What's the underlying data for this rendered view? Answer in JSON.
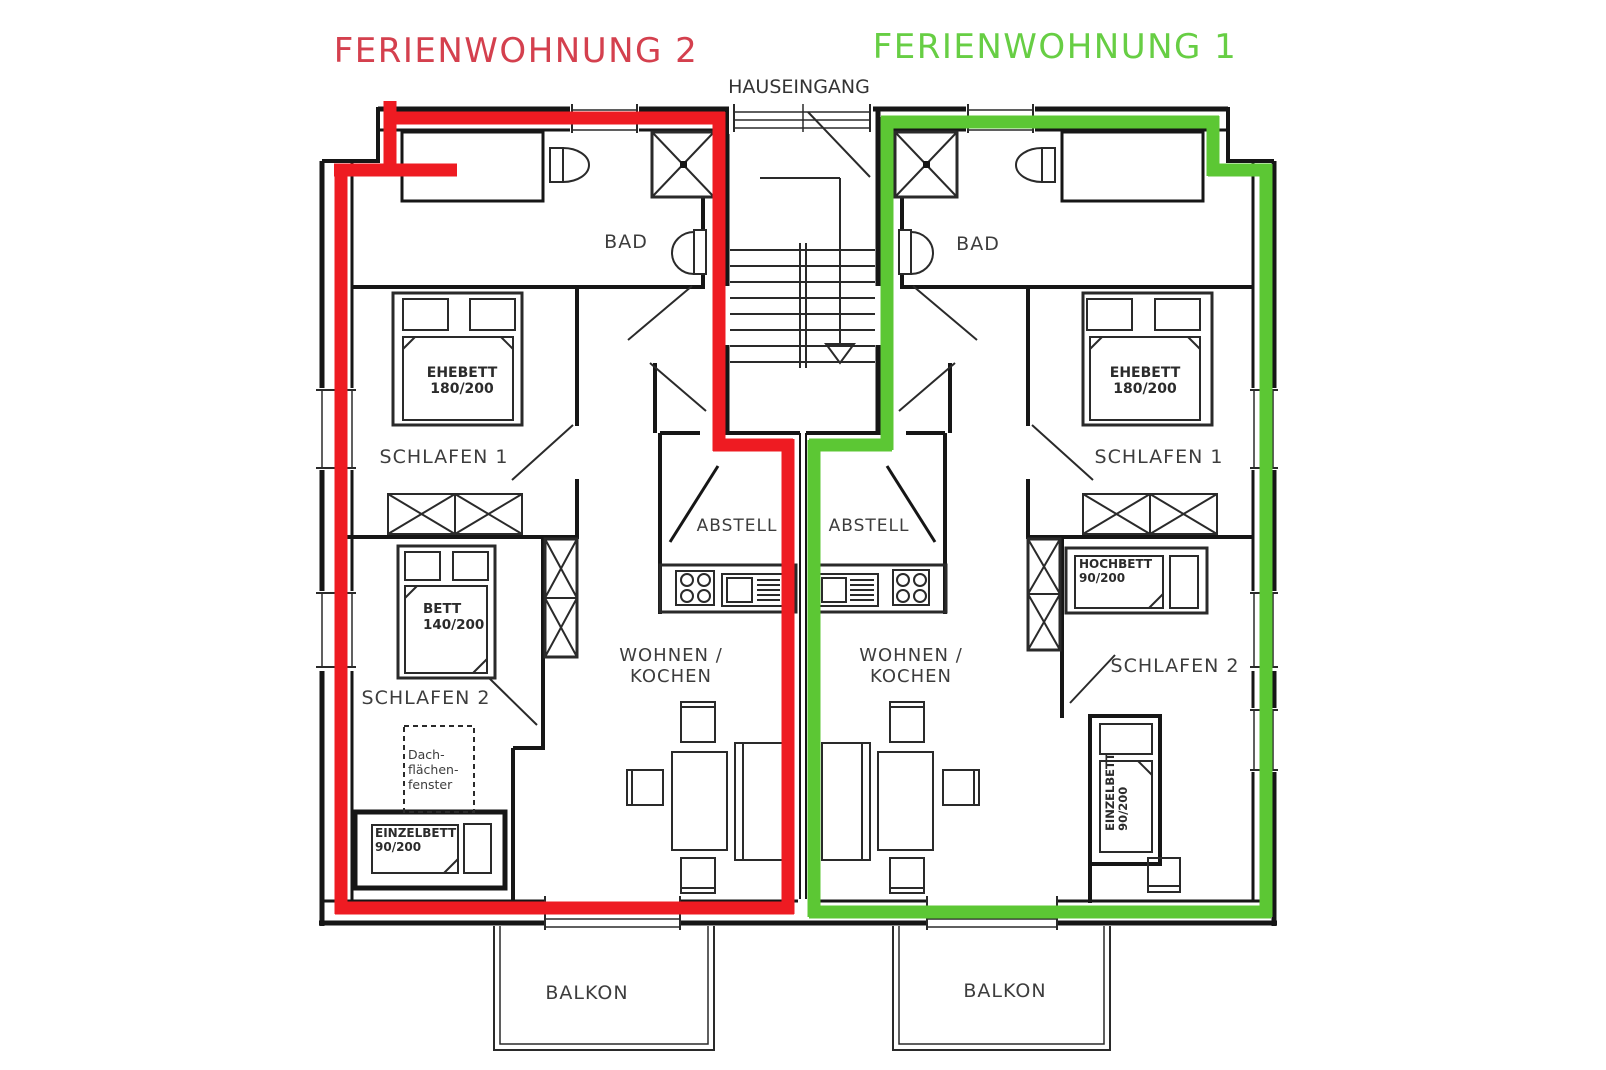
{
  "colors": {
    "apartment2_outline": "#ee1b22",
    "apartment1_outline": "#5cc734",
    "apartment2_title": "#d4404e",
    "apartment1_title": "#67ce44",
    "walls": "#161616",
    "text": "#3d3d3d"
  },
  "header": {
    "apartment2_title": "FERIENWOHNUNG 2",
    "apartment1_title": "FERIENWOHNUNG 1",
    "entrance": "HAUSEINGANG"
  },
  "apartment2": {
    "bad": "BAD",
    "schlafen1": "SCHLAFEN 1",
    "schlafen2": "SCHLAFEN 2",
    "abstell": "ABSTELL",
    "wohnen_kochen": "WOHNEN /\nKOCHEN",
    "balkon": "BALKON",
    "ehebett": "EHEBETT\n180/200",
    "bett": "BETT\n140/200",
    "einzelbett": "EINZELBETT\n90/200",
    "dachfenster": "Dach-\nflächen-\nfenster"
  },
  "apartment1": {
    "bad": "BAD",
    "schlafen1": "SCHLAFEN 1",
    "schlafen2": "SCHLAFEN 2",
    "abstell": "ABSTELL",
    "wohnen_kochen": "WOHNEN /\nKOCHEN",
    "balkon": "BALKON",
    "ehebett": "EHEBETT\n180/200",
    "hochbett": "HOCHBETT\n90/200",
    "einzelbett": "EINZELBETT\n90/200"
  }
}
